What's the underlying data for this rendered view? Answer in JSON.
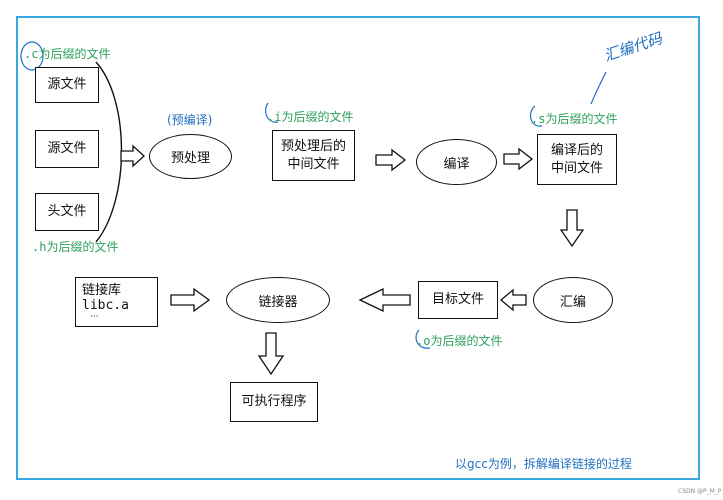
{
  "colors": {
    "frame": "#3aa8e0",
    "note": "#2e9f5e",
    "handwriting": "#1f6fc4",
    "shape": "#111111"
  },
  "sources": {
    "source1": "源文件",
    "source2": "源文件",
    "header": "头文件"
  },
  "notes": {
    "c_suffix": ".c为后缀的文件",
    "h_suffix": ".h为后缀的文件",
    "i_suffix": ".i为后缀的文件",
    "s_suffix": ".s为后缀的文件",
    "o_suffix": ".o为后缀的文件"
  },
  "steps": {
    "precompile_note": "(预编译)",
    "preprocess": "预处理",
    "intermediate_line1": "预处理后的",
    "intermediate_line2": "中间文件",
    "compile": "编译",
    "compiled_line1": "编译后的",
    "compiled_line2": "中间文件",
    "assemble": "汇编",
    "object_file": "目标文件",
    "linker": "链接器",
    "library_title": "链接库",
    "library_file": "libc.a",
    "library_more": "···",
    "executable": "可执行程序"
  },
  "handwritten": {
    "assembly_code": "汇编代码"
  },
  "caption": "以gcc为例，拆解编译链接的过程",
  "watermark": "CSDN @P_M_P",
  "icons": [
    "right-arrow-icon",
    "left-arrow-icon",
    "down-arrow-icon",
    "brace-icon"
  ]
}
